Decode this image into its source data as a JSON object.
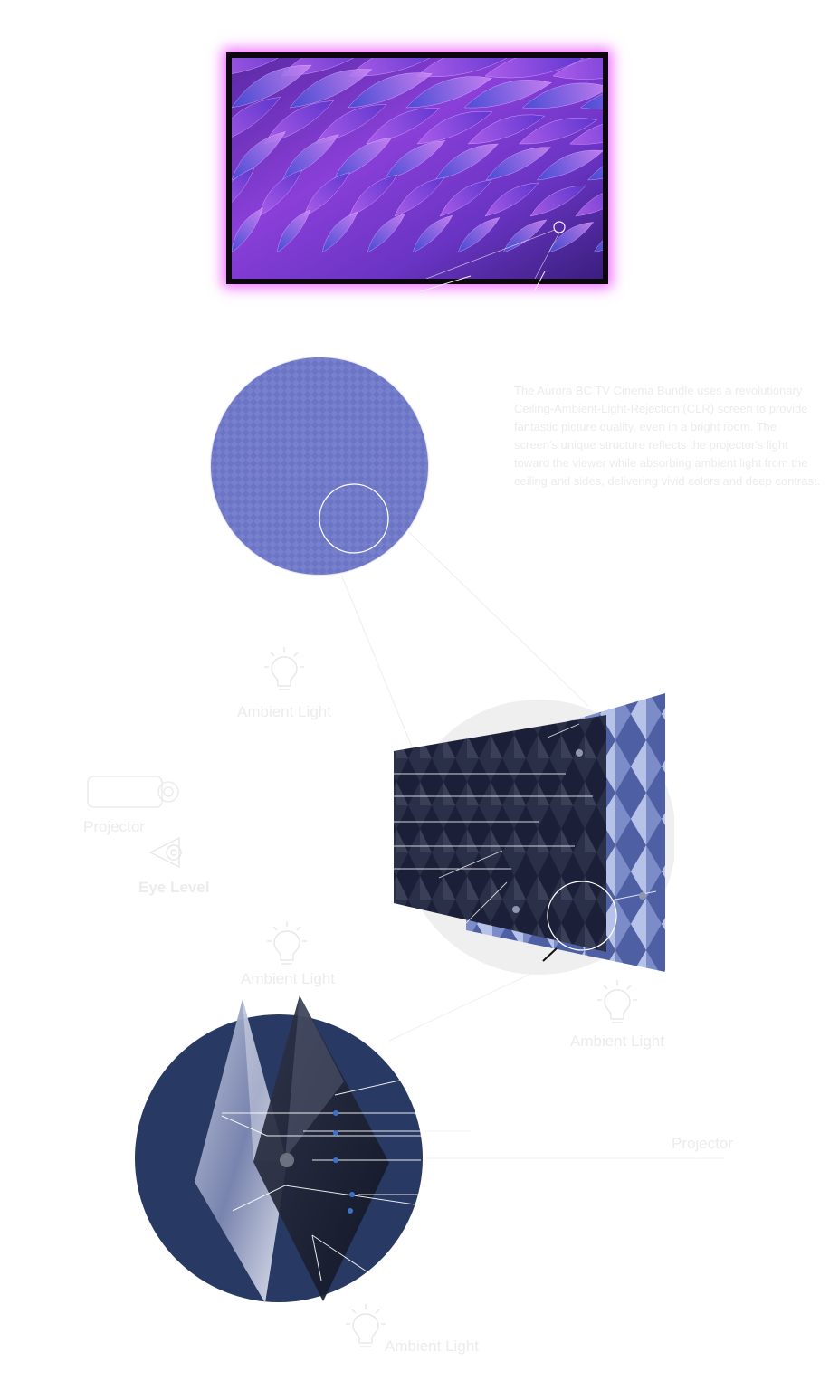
{
  "screen": {
    "gradient_colors": [
      "#4b1b8f",
      "#8a39d8",
      "#c16cf0",
      "#5a2fbf",
      "#3c2aa0"
    ],
    "glow_color": "#ec50ff"
  },
  "description": {
    "text": "The Aurora BC TV Cinema Bundle uses a revolutionary Ceiling-Ambient-Light-Rejection (CLR) screen to provide fantastic picture quality, even in a bright room. The screen's unique structure reflects the projector's light toward the viewer while absorbing ambient light from the ceiling and sides, delivering vivid colors and deep contrast."
  },
  "labels": {
    "ambient_light_1": "Ambient Light",
    "projector_left": "Projector",
    "eye_level": "Eye Level",
    "ambient_light_2": "Ambient Light",
    "ambient_light_right": "Ambient Light",
    "projector_right": "Projector",
    "ambient_light_bottom": "Ambient Light"
  },
  "icons": [
    "lightbulb-icon",
    "projector-icon",
    "eye-icon"
  ],
  "colors": {
    "circle_fill": "#6e76c4",
    "panel_dark": "#1e2340",
    "panel_blue": "#4a5a9c",
    "diagram_navy": "#273a63",
    "faint_text": "#ececec"
  }
}
